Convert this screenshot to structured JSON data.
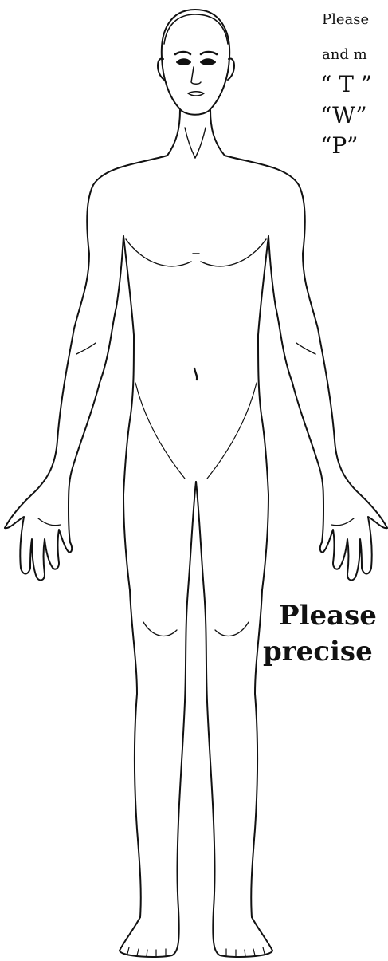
{
  "instructions": {
    "line1": "Please",
    "line2": "and m"
  },
  "codes": {
    "t": "“ T ”",
    "w": "“W”",
    "p": "“P”"
  },
  "note": {
    "line1": "Please",
    "line2": "precise"
  },
  "colors": {
    "outline": "#111111",
    "background": "#ffffff"
  }
}
